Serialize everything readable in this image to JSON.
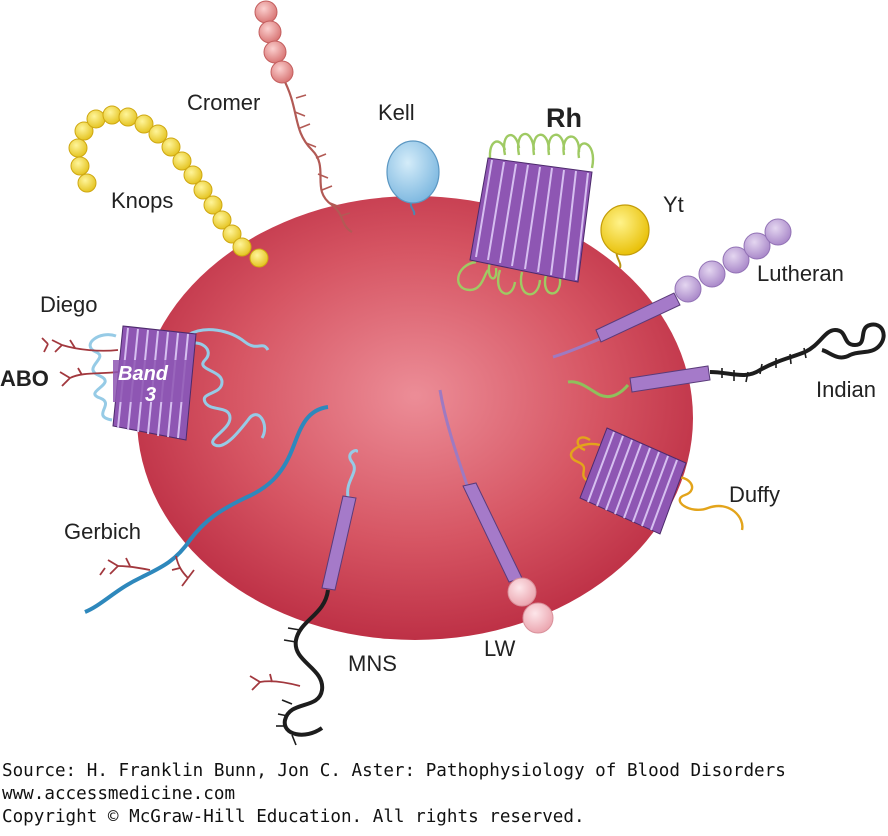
{
  "labels": {
    "cromer": "Cromer",
    "kell": "Kell",
    "rh": "Rh",
    "knops": "Knops",
    "yt": "Yt",
    "lutheran": "Lutheran",
    "diego": "Diego",
    "abo": "ABO",
    "band3_line1": "Band",
    "band3_line2": "3",
    "indian": "Indian",
    "duffy": "Duffy",
    "gerbich": "Gerbich",
    "mns": "MNS",
    "lw": "LW"
  },
  "footer": {
    "source": "Source: H. Franklin Bunn, Jon C. Aster: Pathophysiology of Blood Disorders",
    "website": "www.accessmedicine.com",
    "copyright": "Copyright © McGraw-Hill Education. All rights reserved."
  },
  "colors": {
    "cell": "#c8344a",
    "cell_center": "#e87f8b",
    "helix": "#8e56b3",
    "rh_loop": "#9fca63",
    "kell": "#8fc3e6",
    "yt": "#f3d017",
    "knops": "#f0da32",
    "cromer": "#e28e8c",
    "lutheran": "#b598cf",
    "band3_loop": "#96cbe6",
    "gerbich": "#2e88bc",
    "duffy": "#e3a41b",
    "indian": "#1d1d1d",
    "lw": "#f2b3bb",
    "glycan": "#a2383e"
  }
}
